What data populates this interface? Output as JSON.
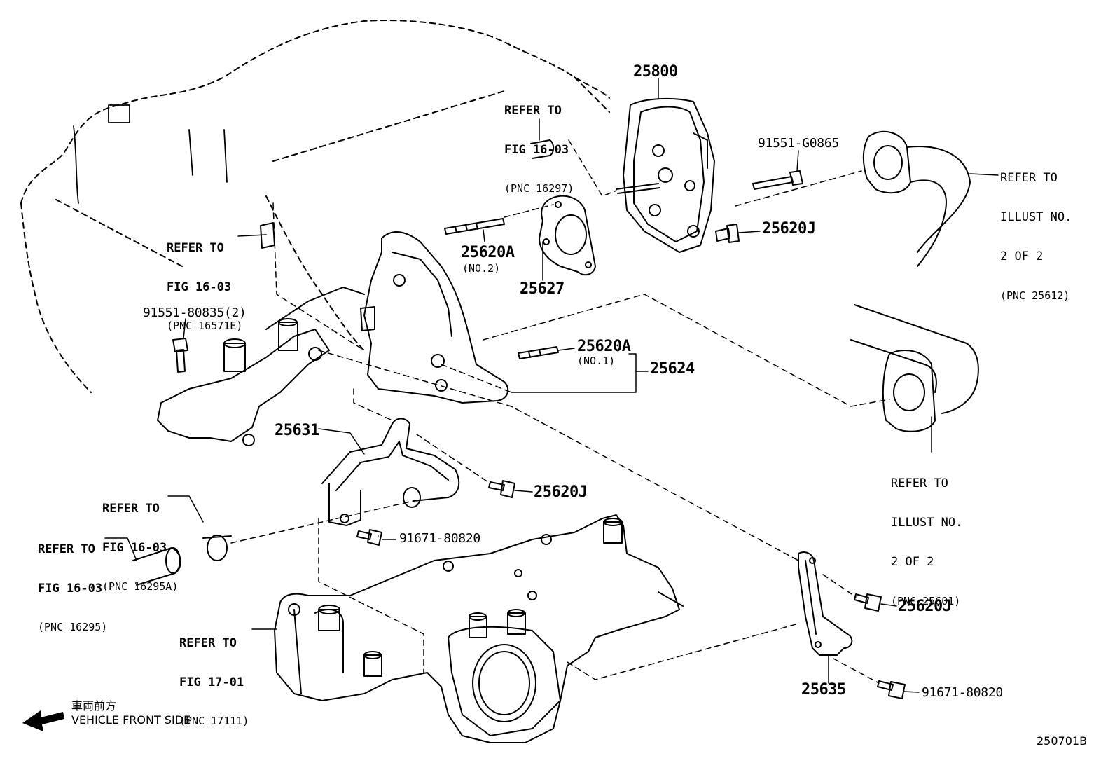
{
  "part_numbers": {
    "p25800": "25800",
    "p91551_G0865": "91551-G0865",
    "p25620J_a": "25620J",
    "p25620A_no2": "25620A",
    "p25620A_no2_sub": "(NO.2)",
    "p25627": "25627",
    "p91551_80835": "91551-80835(2)",
    "p25620A_no1": "25620A",
    "p25620A_no1_sub": "(NO.1)",
    "p25624": "25624",
    "p25631": "25631",
    "p25620J_b": "25620J",
    "p91671_80820_a": "91671-80820",
    "p25620J_c": "25620J",
    "p25635": "25635",
    "p91671_80820_b": "91671-80820"
  },
  "references": {
    "fig_16_03_pnc16297": [
      "REFER TO",
      "FIG 16-03",
      "(PNC 16297)"
    ],
    "fig_16_03_pnc16571e": [
      "REFER TO",
      "FIG 16-03",
      "(PNC 16571E)"
    ],
    "illust_2of2_pnc25612": [
      "REFER TO",
      "ILLUST NO.",
      "2 OF 2",
      "(PNC 25612)"
    ],
    "illust_2of2_pnc25601": [
      "REFER TO",
      "ILLUST NO.",
      "2 OF 2",
      "(PNC 25601)"
    ],
    "fig_16_03_pnc16295a": [
      "REFER TO",
      "FIG 16-03",
      "(PNC 16295A)"
    ],
    "fig_16_03_pnc16295": [
      "REFER TO",
      "FIG 16-03",
      "(PNC 16295)"
    ],
    "fig_17_01_pnc17111": [
      "REFER TO",
      "FIG 17-01",
      "(PNC 17111)"
    ]
  },
  "vehicle_front": {
    "jp": "車両前方",
    "en": "VEHICLE FRONT SIDE"
  },
  "diagram_id": "250701B"
}
